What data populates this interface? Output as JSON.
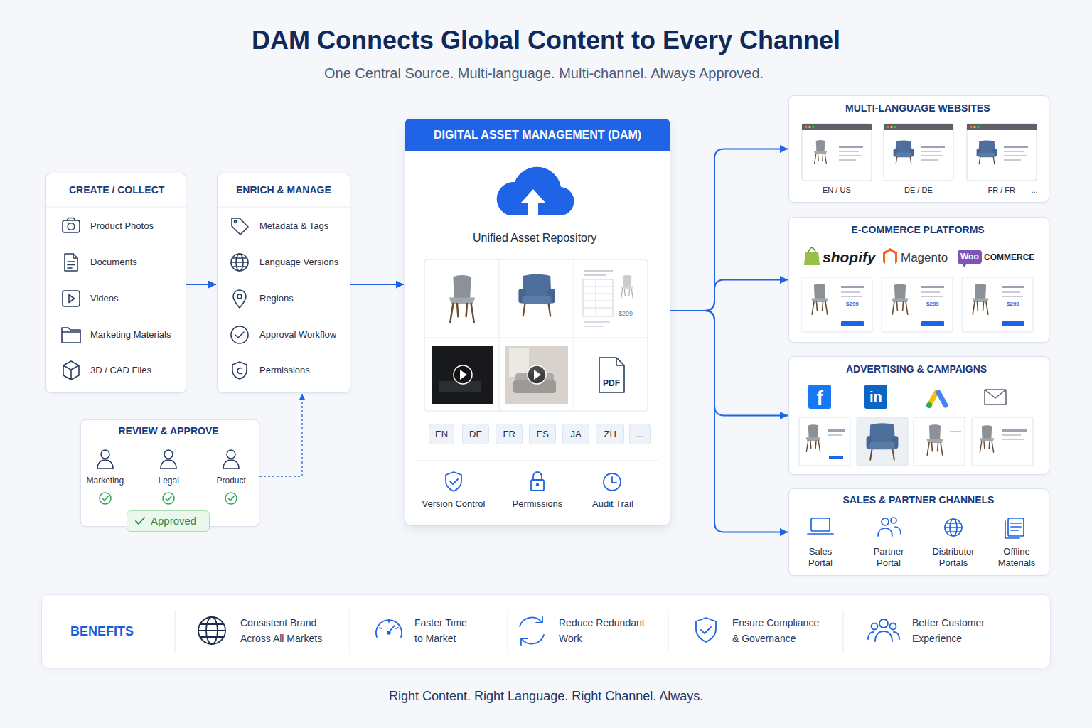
{
  "diagram": {
    "title": "DAM Connects Global Content to Every Channel",
    "caption": "Right Content. Right Language. Right Channel. Always.",
    "nodes": [
      {
        "text": [
          "CREATE / COLLECT",
          "Product Photos",
          "Documents",
          "Videos",
          "Marketing Materials",
          "3D / CAD Files"
        ]
      },
      {
        "text": [
          "ENRICH & MANAGE",
          "Metadata & Tags",
          "Language Versions",
          "Regions",
          "Approval Workflow",
          "Permissions"
        ]
      },
      {
        "text": [
          "REVIEW & APPROVE",
          "Marketing",
          "Legal",
          "Product"
        ]
      },
      {
        "text": [
          "Approved"
        ],
        "in": 2
      },
      {
        "text": [
          "DIGITAL ASSET MANAGEMENT (DAM)",
          "Unified Asset Repository",
          "Version Control",
          "Permissions",
          "Audit Trail"
        ]
      },
      {
        "text": [
          "EN"
        ],
        "in": 4
      },
      {
        "text": [
          "DE"
        ],
        "in": 4
      },
      {
        "text": [
          "FR"
        ],
        "in": 4
      },
      {
        "text": [
          "ES"
        ],
        "in": 4
      },
      {
        "text": [
          "JA"
        ],
        "in": 4
      },
      {
        "text": [
          "ZH"
        ],
        "in": 4
      },
      {
        "text": [
          "..."
        ],
        "in": 4
      },
      {
        "text": [
          "MULTI-LANGUAGE WEBSITES",
          "EN / US",
          "DE / DE",
          "FR / FR",
          "..."
        ]
      },
      {
        "text": [
          "E-COMMERCE PLATFORMS",
          "shopify",
          "Magento",
          "Woo",
          "COMMERCE"
        ]
      },
      {
        "text": [
          "ADVERTISING & CAMPAIGNS",
          "f",
          "in"
        ]
      },
      {
        "text": [
          "SALES & PARTNER CHANNELS",
          "Sales Portal",
          "Partner Portal",
          "Distributor Portals",
          "Offline Materials"
        ]
      },
      {
        "text": [
          "BENEFITS",
          "Consistent Brand Across All Markets",
          "Faster Time to Market",
          "Reduce Redundant Work",
          "Ensure Compliance & Governance",
          "Better Customer Experience"
        ]
      }
    ],
    "edges": [
      {
        "from": 0,
        "to": 1,
        "arrow": "to"
      },
      {
        "from": 1,
        "to": 4,
        "arrow": "to"
      },
      {
        "from": 2,
        "to": 1,
        "arrow": "to"
      },
      {
        "from": 4,
        "to": 12,
        "arrow": "to"
      },
      {
        "from": 4,
        "to": 13,
        "arrow": "to"
      },
      {
        "from": 4,
        "to": 14,
        "arrow": "to"
      },
      {
        "from": 4,
        "to": 15,
        "arrow": "to"
      }
    ],
    "labels": [
      "One Central Source. Multi-language. Multi-channel. Always Approved.",
      "$299",
      "PDF",
      "$299",
      "$299",
      "$299"
    ]
  }
}
